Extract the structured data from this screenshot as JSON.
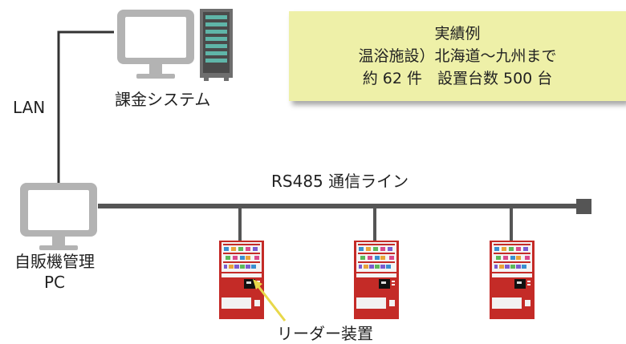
{
  "labels": {
    "billing_system": "課金システム",
    "lan": "LAN",
    "vm_mgmt_line1": "自販機管理",
    "vm_mgmt_line2": "PC",
    "rs485_line": "RS485 通信ライン",
    "reader_device": "リーダー装置"
  },
  "note": {
    "line1": "実績例",
    "line2": "温浴施設）北海道～九州まで",
    "line3": "約 62 件　設置台数 500 台"
  },
  "colors": {
    "line": "#555555",
    "monitor_frame": "#b3b3b3",
    "machine_red": "#c42b27",
    "note_bg": "#eef0a8",
    "arrow": "#e8d84a",
    "server_led": "#5fb5a8"
  }
}
